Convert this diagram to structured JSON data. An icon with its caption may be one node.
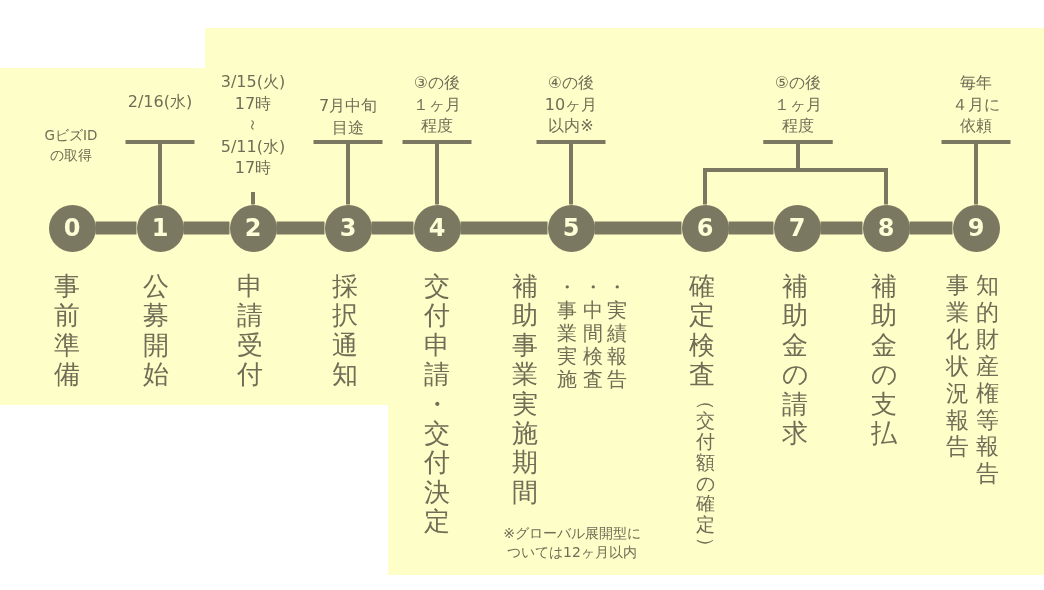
{
  "diagram": {
    "nodes": [
      {
        "text": [
          "2/16(水)"
        ]
      },
      {
        "text": [
          "3/15(火)17時～5/11(水)17時"
        ]
      },
      {
        "text": [
          "7月中旬目途"
        ]
      },
      {
        "text": [
          "③の後１ヶ月程度"
        ]
      },
      {
        "text": [
          "④の後10ヶ月以内※"
        ]
      },
      {
        "text": [
          "⑤の後１ヶ月程度"
        ]
      },
      {
        "text": [
          "毎年４月に依頼"
        ]
      },
      {
        "text": [
          "0"
        ],
        "beside": [
          "GビズIDの取得",
          "事前準備"
        ]
      },
      {
        "text": [
          "1"
        ],
        "beside": [
          "公募開始"
        ]
      },
      {
        "text": [
          "2"
        ],
        "beside": [
          "申請受付"
        ]
      },
      {
        "text": [
          "3"
        ],
        "beside": [
          "採択通知"
        ]
      },
      {
        "text": [
          "4"
        ],
        "beside": [
          "交付申請・交付決定"
        ]
      },
      {
        "text": [
          "5"
        ],
        "beside": [
          "補助事業実施期間",
          "・事業実施",
          "・中間検査",
          "・実績報告"
        ]
      },
      {
        "text": [
          "6"
        ],
        "beside": [
          "確定検査",
          "（交付額の確定）"
        ]
      },
      {
        "text": [
          "7"
        ],
        "beside": [
          "補助金の請求"
        ]
      },
      {
        "text": [
          "8"
        ],
        "beside": [
          "補助金の支払"
        ]
      },
      {
        "text": [
          "9"
        ],
        "beside": [
          "事業化状況報告",
          "知的財産権等報告"
        ]
      }
    ],
    "edges": [
      {
        "from": 0,
        "to": 8,
        "arrow": "other"
      },
      {
        "from": 1,
        "to": 9,
        "arrow": "none"
      },
      {
        "from": 2,
        "to": 10,
        "arrow": "other"
      },
      {
        "from": 3,
        "to": 11,
        "arrow": "other"
      },
      {
        "from": 4,
        "to": 12,
        "arrow": "other"
      },
      {
        "from": 5,
        "to": 13,
        "arrow": "other"
      },
      {
        "from": 5,
        "to": 15,
        "arrow": "other"
      },
      {
        "from": 6,
        "to": 16,
        "arrow": "other"
      },
      {
        "from": 7,
        "to": 8,
        "arrow": "none"
      },
      {
        "from": 8,
        "to": 9,
        "arrow": "none"
      },
      {
        "from": 9,
        "to": 10,
        "arrow": "none"
      },
      {
        "from": 10,
        "to": 11,
        "arrow": "none"
      },
      {
        "from": 11,
        "to": 12,
        "arrow": "none"
      },
      {
        "from": 12,
        "to": 13,
        "arrow": "none"
      },
      {
        "from": 13,
        "to": 14,
        "arrow": "none"
      },
      {
        "from": 14,
        "to": 15,
        "arrow": "none"
      },
      {
        "from": 15,
        "to": 16,
        "arrow": "none"
      }
    ],
    "labels": [
      "※グローバル展開型については12ヶ月以内"
    ]
  }
}
